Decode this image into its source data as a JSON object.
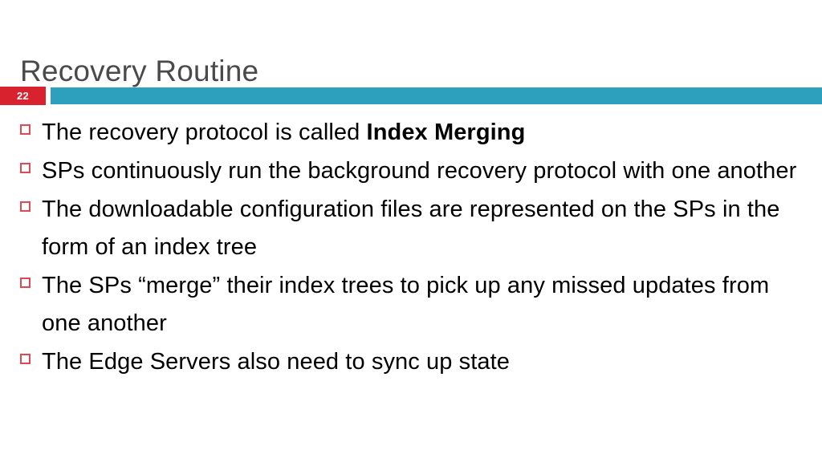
{
  "slide": {
    "title": "Recovery Routine",
    "number": "22",
    "accent_teal": "#2da0be",
    "accent_red": "#d8232f",
    "bullet_border_color": "#dd4a53",
    "title_color": "#4a4a4a",
    "body_color": "#000000",
    "bullet_icon": "hollow-square-bullet",
    "bullets": [
      {
        "segments": [
          {
            "text": "The recovery protocol is called ",
            "bold": false
          },
          {
            "text": "Index Merging",
            "bold": true
          }
        ],
        "plain": "The recovery protocol is called Index Merging"
      },
      {
        "segments": [
          {
            "text": "SPs continuously run the background recovery protocol with one another",
            "bold": false
          }
        ],
        "plain": "SPs continuously run the background recovery protocol with one another"
      },
      {
        "segments": [
          {
            "text": "The downloadable configuration files are represented on the SPs in the form of an index tree",
            "bold": false
          }
        ],
        "plain": "The downloadable configuration files are represented on the SPs in the form of an index tree"
      },
      {
        "segments": [
          {
            "text": "The SPs “merge” their index trees to pick up any missed updates from one another",
            "bold": false
          }
        ],
        "plain": "The SPs “merge” their index trees to pick up any missed updates from one another"
      },
      {
        "segments": [
          {
            "text": "The Edge Servers also need to sync up state",
            "bold": false
          }
        ],
        "plain": "The Edge Servers also need to sync up state"
      }
    ]
  }
}
